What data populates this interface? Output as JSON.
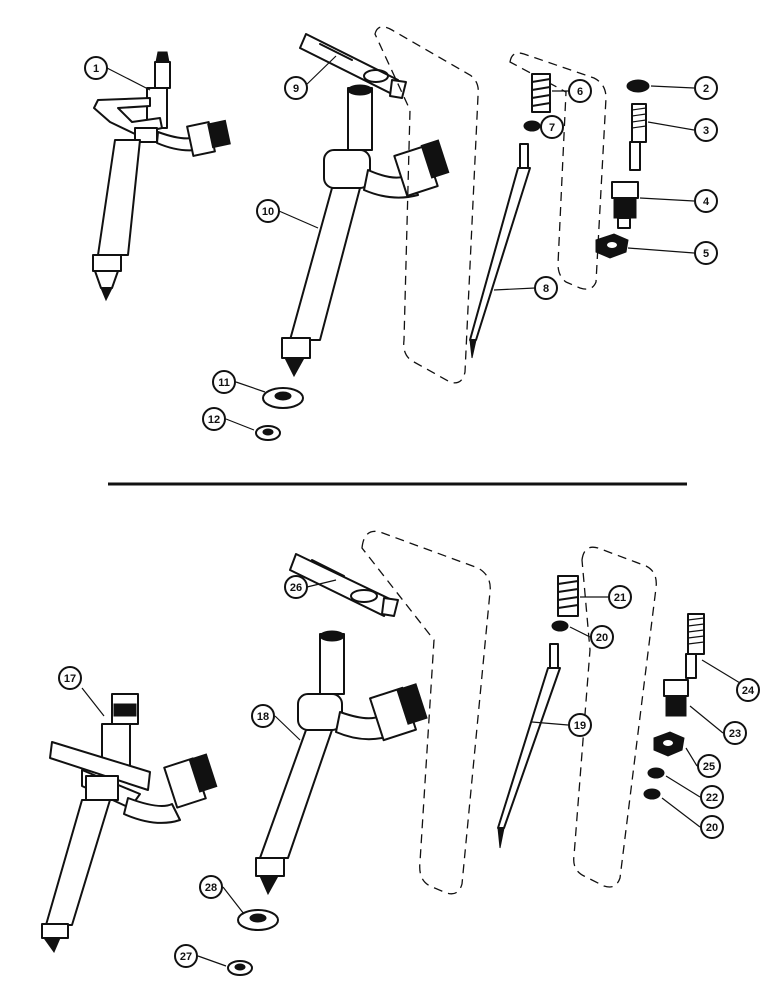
{
  "diagram": {
    "upper_assembly": {
      "callouts": [
        "1",
        "2",
        "3",
        "4",
        "5",
        "6",
        "7",
        "8",
        "9",
        "10",
        "11",
        "12"
      ]
    },
    "lower_assembly": {
      "callouts": [
        "17",
        "18",
        "19",
        "20",
        "21",
        "20",
        "22",
        "23",
        "24",
        "25",
        "26",
        "27",
        "28"
      ]
    }
  }
}
